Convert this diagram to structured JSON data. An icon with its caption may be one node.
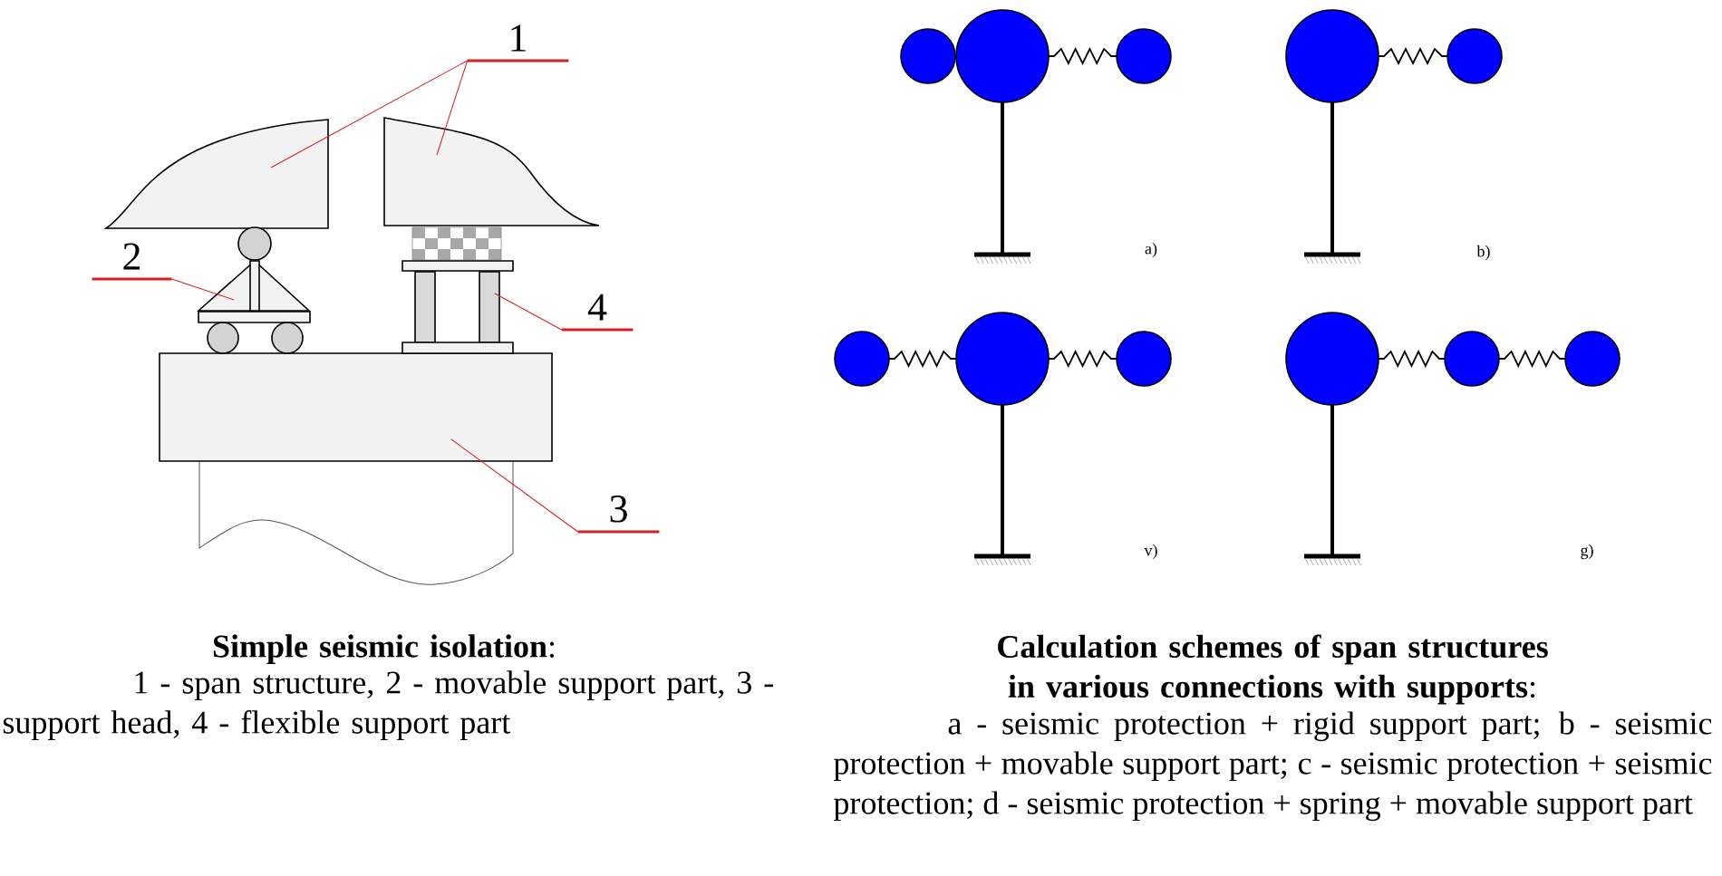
{
  "diagram": {
    "nodes": [
      {
        "text": [
          "1"
        ]
      },
      {
        "text": [],
        "shape": "box"
      },
      {
        "text": [],
        "shape": "box"
      },
      {
        "text": [
          "2"
        ]
      },
      {
        "text": [],
        "shape": "triangle"
      },
      {
        "text": [
          "4"
        ]
      },
      {
        "text": [],
        "shape": "bar"
      },
      {
        "text": [
          "3"
        ]
      },
      {
        "text": [],
        "shape": "box"
      }
    ],
    "edges": [
      {
        "from": 0,
        "to": 1,
        "arrow": "none"
      },
      {
        "from": 0,
        "to": 2,
        "arrow": "none"
      },
      {
        "from": 3,
        "to": 4,
        "arrow": "none"
      },
      {
        "from": 5,
        "to": 6,
        "arrow": "none"
      },
      {
        "from": 7,
        "to": 8,
        "arrow": "none"
      }
    ],
    "labels": [
      "a)",
      "b)",
      "v)",
      "g)",
      "**Simple seismic isolation**:",
      "1 - span structure, 2 - movable support part, 3 - support head, 4 - flexible support part",
      "**Calculation schemes of span structures in various connections with supports**:",
      "a - seismic protection + rigid support part; b - seismic protection + movable support part; c - seismic protection + seismic protection; d - seismic protection + spring + movable support part"
    ]
  }
}
